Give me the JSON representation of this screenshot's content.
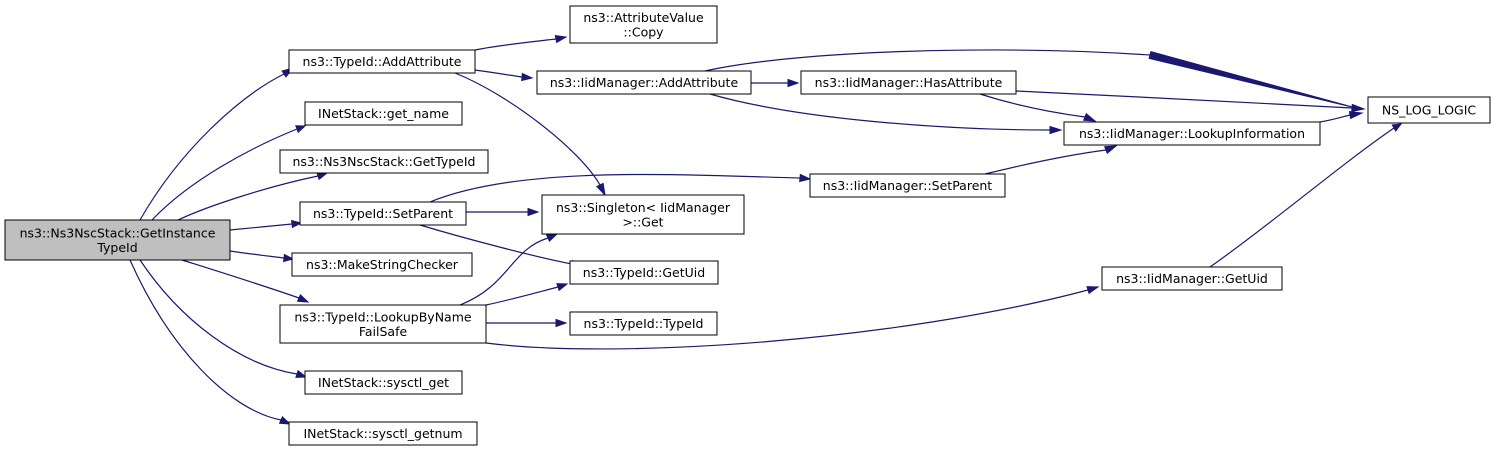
{
  "graph": {
    "edge_color": "#191970",
    "root_fill": "#bfbfbf",
    "node_fill": "#ffffff",
    "nodes": [
      {
        "id": "root",
        "lines": [
          "ns3::Ns3NscStack::GetInstance",
          "TypeId"
        ]
      },
      {
        "id": "typeid_addattribute",
        "lines": [
          "ns3::TypeId::AddAttribute"
        ]
      },
      {
        "id": "inetstack_get_name",
        "lines": [
          "INetStack::get_name"
        ]
      },
      {
        "id": "ns3nscstack_gettypeid",
        "lines": [
          "ns3::Ns3NscStack::GetTypeId"
        ]
      },
      {
        "id": "typeid_setparent",
        "lines": [
          "ns3::TypeId::SetParent"
        ]
      },
      {
        "id": "makestringchecker",
        "lines": [
          "ns3::MakeStringChecker"
        ]
      },
      {
        "id": "typeid_lookupbynamefailsafe",
        "lines": [
          "ns3::TypeId::LookupByName",
          "FailSafe"
        ]
      },
      {
        "id": "inetstack_sysctl_get",
        "lines": [
          "INetStack::sysctl_get"
        ]
      },
      {
        "id": "inetstack_sysctl_getnum",
        "lines": [
          "INetStack::sysctl_getnum"
        ]
      },
      {
        "id": "attributevalue_copy",
        "lines": [
          "ns3::AttributeValue",
          "::Copy"
        ]
      },
      {
        "id": "iidmanager_addattribute",
        "lines": [
          "ns3::IidManager::AddAttribute"
        ]
      },
      {
        "id": "singleton_get",
        "lines": [
          "ns3::Singleton< IidManager",
          ">::Get"
        ]
      },
      {
        "id": "typeid_getuid",
        "lines": [
          "ns3::TypeId::GetUid"
        ]
      },
      {
        "id": "typeid_typeid",
        "lines": [
          "ns3::TypeId::TypeId"
        ]
      },
      {
        "id": "iidmanager_hasattribute",
        "lines": [
          "ns3::IidManager::HasAttribute"
        ]
      },
      {
        "id": "iidmanager_setparent",
        "lines": [
          "ns3::IidManager::SetParent"
        ]
      },
      {
        "id": "iidmanager_lookupinformation",
        "lines": [
          "ns3::IidManager::LookupInformation"
        ]
      },
      {
        "id": "iidmanager_getuid",
        "lines": [
          "ns3::IidManager::GetUid"
        ]
      },
      {
        "id": "ns_log_logic",
        "lines": [
          "NS_LOG_LOGIC"
        ]
      }
    ],
    "edges": [
      {
        "from": "root",
        "to": "typeid_addattribute"
      },
      {
        "from": "root",
        "to": "inetstack_get_name"
      },
      {
        "from": "root",
        "to": "ns3nscstack_gettypeid"
      },
      {
        "from": "root",
        "to": "typeid_setparent"
      },
      {
        "from": "root",
        "to": "makestringchecker"
      },
      {
        "from": "root",
        "to": "typeid_lookupbynamefailsafe"
      },
      {
        "from": "root",
        "to": "inetstack_sysctl_get"
      },
      {
        "from": "root",
        "to": "inetstack_sysctl_getnum"
      },
      {
        "from": "typeid_addattribute",
        "to": "attributevalue_copy"
      },
      {
        "from": "typeid_addattribute",
        "to": "iidmanager_addattribute"
      },
      {
        "from": "typeid_addattribute",
        "to": "singleton_get"
      },
      {
        "from": "iidmanager_addattribute",
        "to": "iidmanager_hasattribute"
      },
      {
        "from": "iidmanager_addattribute",
        "to": "iidmanager_lookupinformation"
      },
      {
        "from": "iidmanager_addattribute",
        "to": "ns_log_logic"
      },
      {
        "from": "iidmanager_hasattribute",
        "to": "iidmanager_lookupinformation"
      },
      {
        "from": "iidmanager_hasattribute",
        "to": "ns_log_logic"
      },
      {
        "from": "iidmanager_lookupinformation",
        "to": "ns_log_logic"
      },
      {
        "from": "typeid_setparent",
        "to": "singleton_get"
      },
      {
        "from": "typeid_setparent",
        "to": "typeid_getuid"
      },
      {
        "from": "typeid_setparent",
        "to": "iidmanager_setparent"
      },
      {
        "from": "iidmanager_setparent",
        "to": "iidmanager_lookupinformation"
      },
      {
        "from": "typeid_lookupbynamefailsafe",
        "to": "singleton_get"
      },
      {
        "from": "typeid_lookupbynamefailsafe",
        "to": "typeid_getuid"
      },
      {
        "from": "typeid_lookupbynamefailsafe",
        "to": "typeid_typeid"
      },
      {
        "from": "typeid_lookupbynamefailsafe",
        "to": "iidmanager_getuid"
      },
      {
        "from": "iidmanager_getuid",
        "to": "ns_log_logic"
      }
    ]
  }
}
